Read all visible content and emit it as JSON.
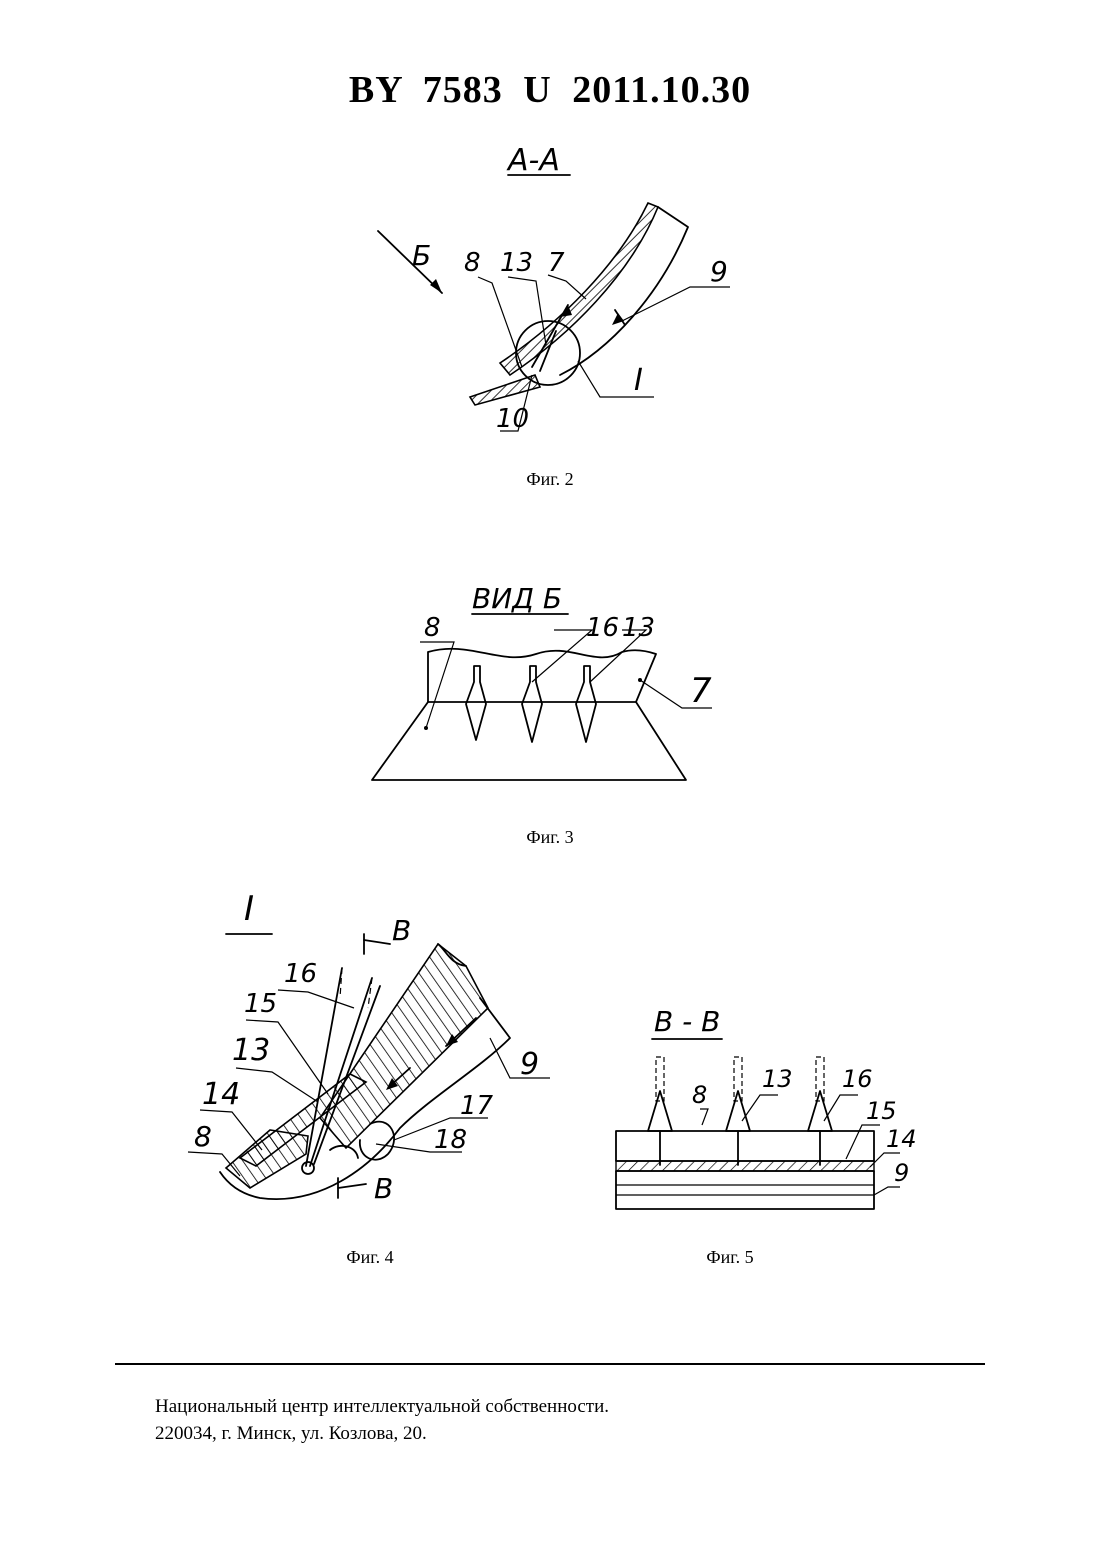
{
  "header": {
    "title": "BY 7583 U 2011.10.30"
  },
  "figures": [
    {
      "id": "fig2",
      "caption": "Фиг. 2",
      "section_label": "А-А",
      "view_arrow": "Б",
      "callouts": [
        "8",
        "13",
        "7",
        "9",
        "10",
        "I"
      ]
    },
    {
      "id": "fig3",
      "caption": "Фиг. 3",
      "section_label": "ВИД Б",
      "callouts": [
        "8",
        "16",
        "13",
        "7"
      ]
    },
    {
      "id": "fig4",
      "caption": "Фиг. 4",
      "section_label": "I",
      "cut_labels": [
        "В",
        "В"
      ],
      "callouts": [
        "16",
        "15",
        "13",
        "14",
        "8",
        "9",
        "17",
        "18"
      ]
    },
    {
      "id": "fig5",
      "caption": "Фиг. 5",
      "section_label": "В - В",
      "callouts": [
        "8",
        "13",
        "16",
        "15",
        "14",
        "9"
      ]
    }
  ],
  "footer": {
    "line1": "Национальный центр интеллектуальной собственности.",
    "line2": "220034, г. Минск, ул. Козлова, 20."
  }
}
